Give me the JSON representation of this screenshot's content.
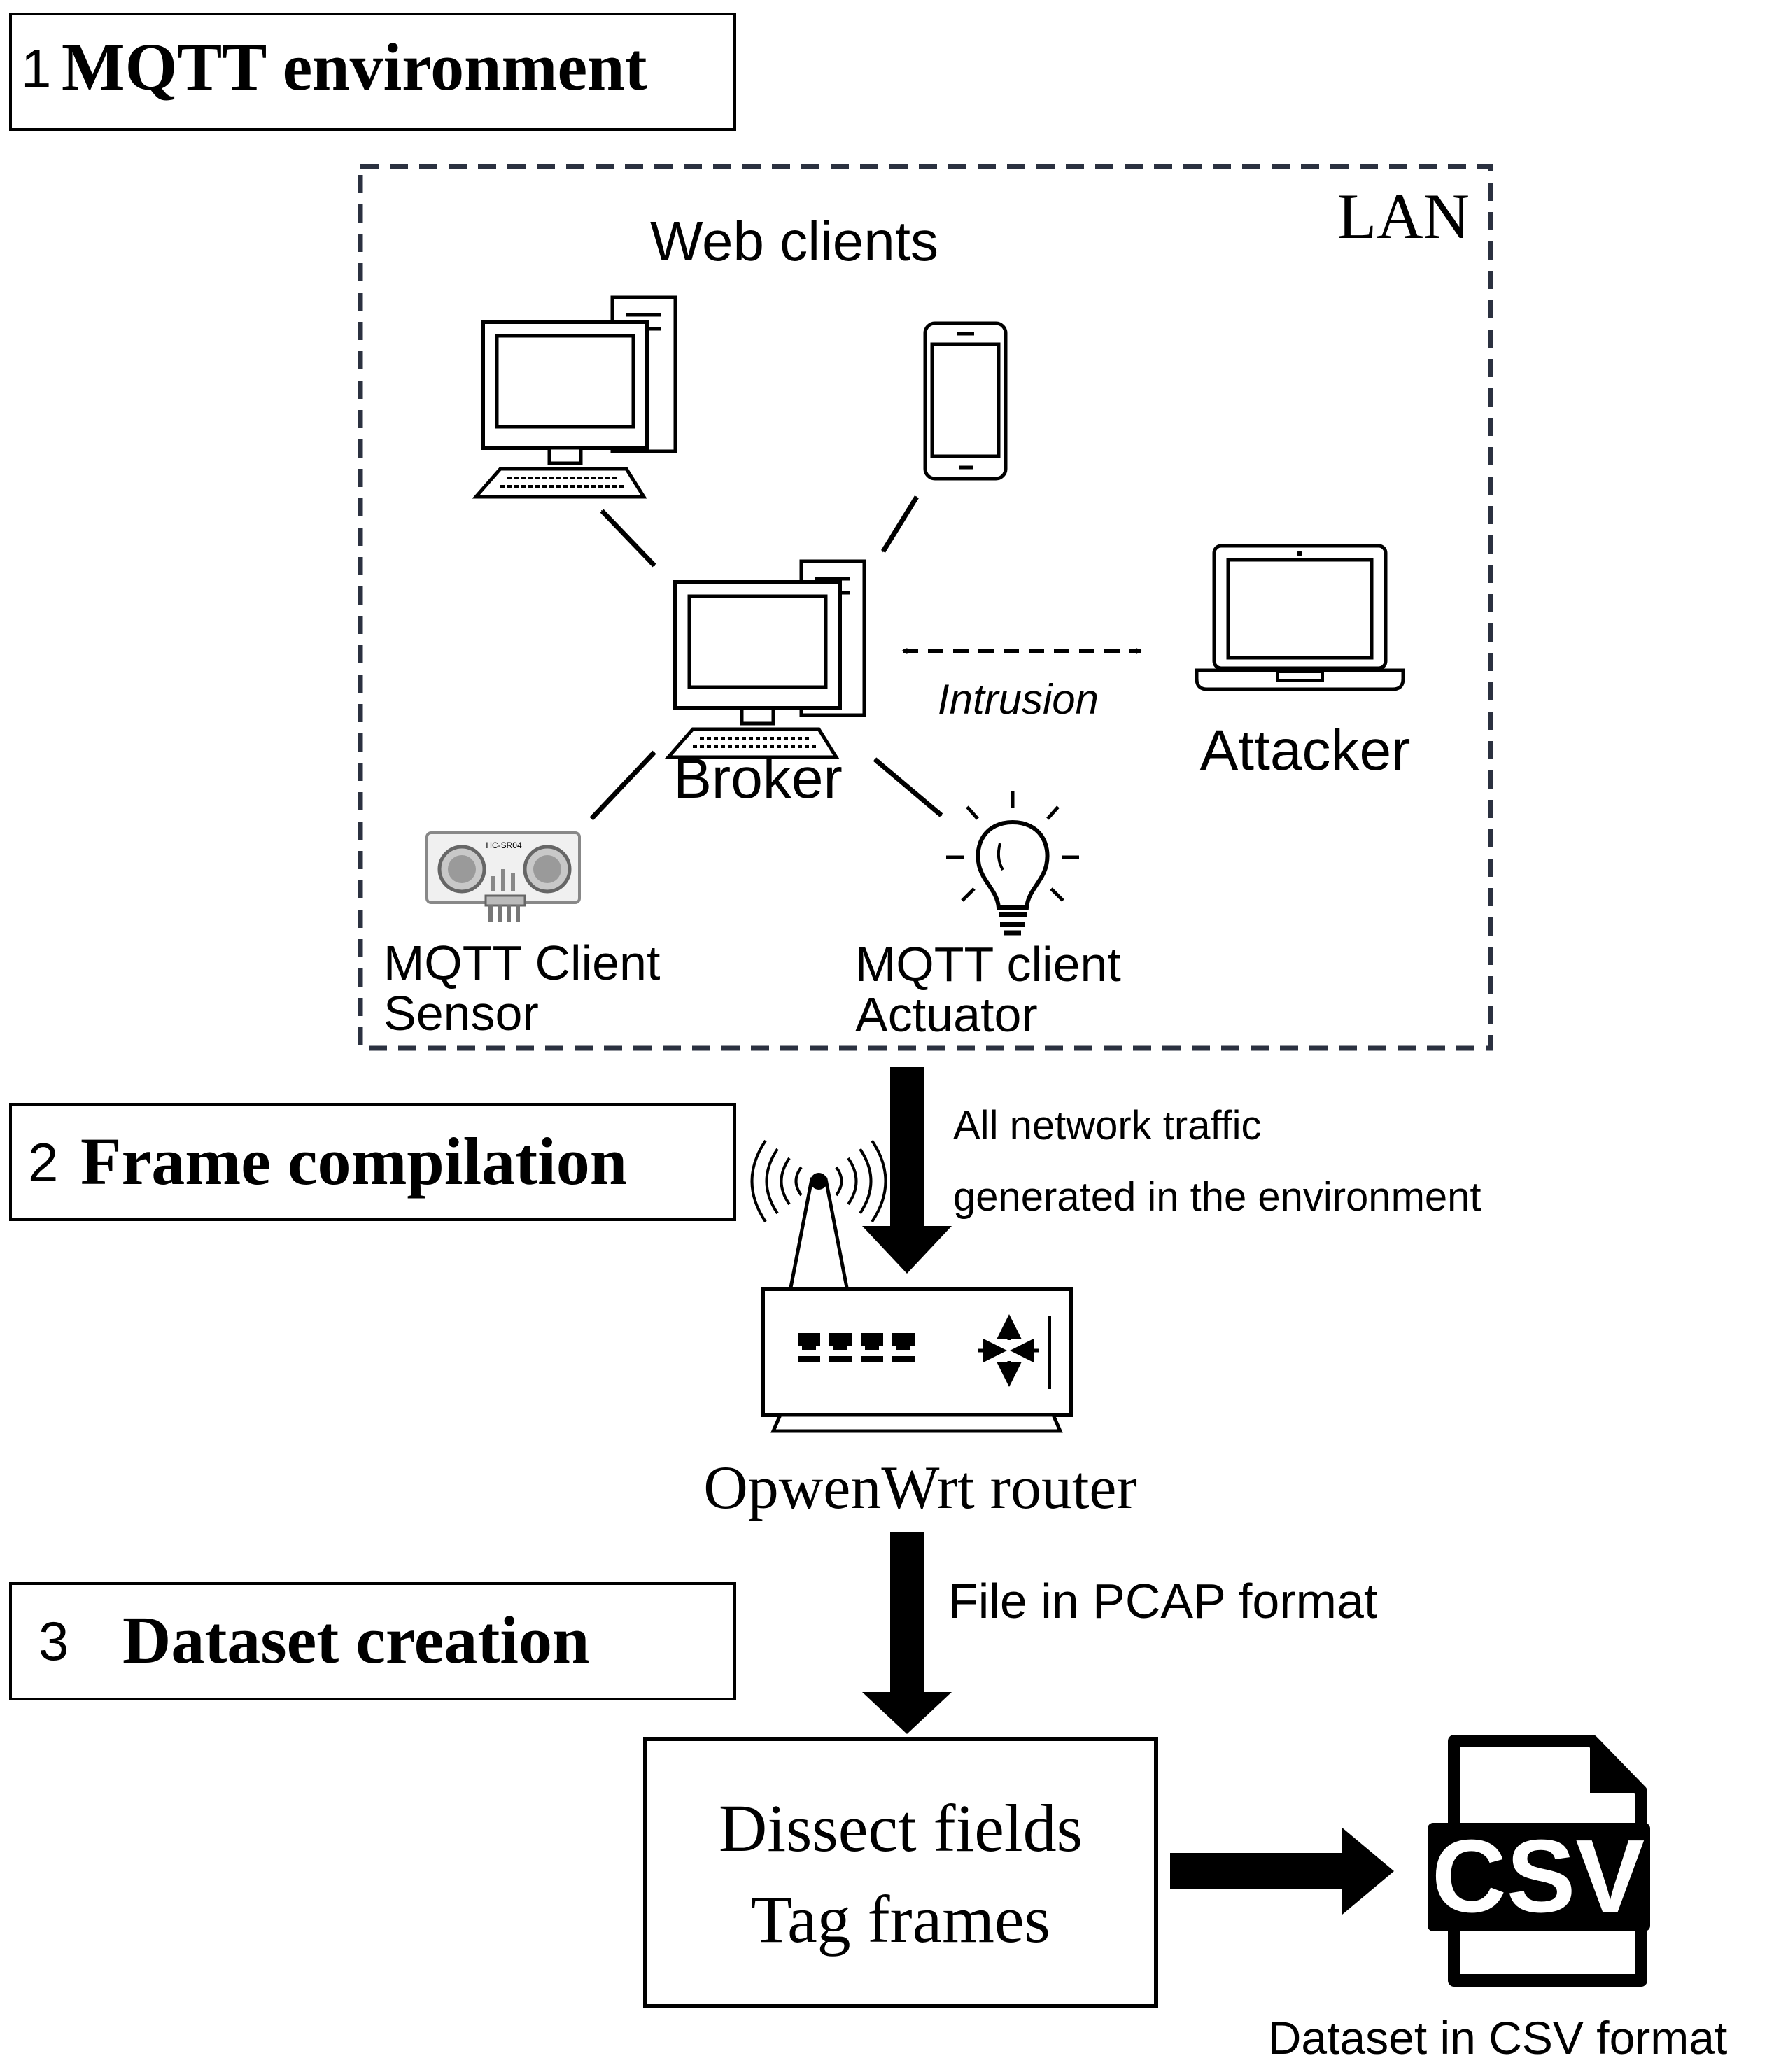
{
  "stages": {
    "stage1": {
      "number": "1",
      "label": "MQTT environment"
    },
    "stage2": {
      "number": "2",
      "label": "Frame compilation"
    },
    "stage3": {
      "number": "3",
      "label": "Dataset creation"
    }
  },
  "lan": {
    "label": "LAN",
    "web_clients": "Web clients",
    "broker": "Broker",
    "intrusion": "Intrusion",
    "attacker": "Attacker",
    "sensor_line1": "MQTT Client",
    "sensor_line2": "Sensor",
    "sensor_chip": "HC-SR04",
    "actuator_line1": "MQTT client",
    "actuator_line2": "Actuator"
  },
  "flow": {
    "traffic_line1": "All network traffic",
    "traffic_line2": "generated in the environment",
    "router": "OpwenWrt router",
    "pcap": "File in PCAP format",
    "process_line1": "Dissect fields",
    "process_line2": "Tag frames",
    "csv_icon": "CSV",
    "csv_caption": "Dataset in CSV format"
  },
  "colors": {
    "lan_border": "#2b3140",
    "ink": "#000000"
  }
}
